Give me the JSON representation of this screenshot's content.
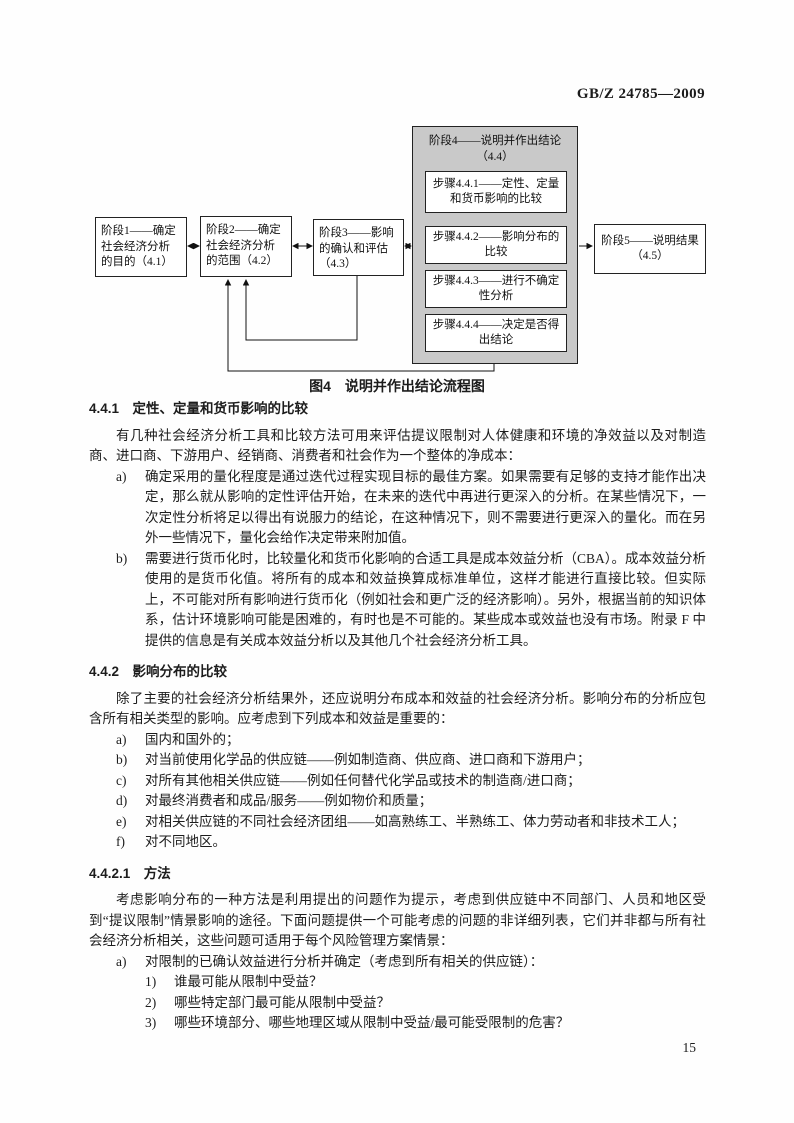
{
  "header": {
    "doc_number": "GB/Z 24785—2009"
  },
  "figure": {
    "caption": "图4　说明并作出结论流程图",
    "colors": {
      "stage4_background": "#c9c9c9"
    },
    "stages": {
      "stage1": "阶段1——确定社会经济分析的目的（4.1）",
      "stage2": "阶段2——确定社会经济分析的范围（4.2）",
      "stage3": "阶段3——影响的确认和评估（4.3）",
      "stage4_title": "阶段4——说明并作出结论（4.4）",
      "stage4_steps": [
        "步骤4.4.1——定性、定量和货币影响的比较",
        "步骤4.4.2——影响分布的比较",
        "步骤4.4.3——进行不确定性分析",
        "步骤4.4.4——决定是否得出结论"
      ],
      "stage5": "阶段5——说明结果（4.5）"
    }
  },
  "sections": {
    "s441": {
      "heading": "4.4.1　定性、定量和货币影响的比较",
      "intro": "有几种社会经济分析工具和比较方法可用来评估提议限制对人体健康和环境的净效益以及对制造商、进口商、下游用户、经销商、消费者和社会作为一个整体的净成本：",
      "items": [
        {
          "label": "a)",
          "text": "确定采用的量化程度是通过迭代过程实现目标的最佳方案。如果需要有足够的支持才能作出决定，那么就从影响的定性评估开始，在未来的迭代中再进行更深入的分析。在某些情况下，一次定性分析将足以得出有说服力的结论，在这种情况下，则不需要进行更深入的量化。而在另外一些情况下，量化会给作决定带来附加值。"
        },
        {
          "label": "b)",
          "text": "需要进行货币化时，比较量化和货币化影响的合适工具是成本效益分析（CBA）。成本效益分析使用的是货币化值。将所有的成本和效益换算成标准单位，这样才能进行直接比较。但实际上，不可能对所有影响进行货币化（例如社会和更广泛的经济影响）。另外，根据当前的知识体系，估计环境影响可能是困难的，有时也是不可能的。某些成本或效益也没有市场。附录 F 中提供的信息是有关成本效益分析以及其他几个社会经济分析工具。"
        }
      ]
    },
    "s442": {
      "heading": "4.4.2　影响分布的比较",
      "intro": "除了主要的社会经济分析结果外，还应说明分布成本和效益的社会经济分析。影响分布的分析应包含所有相关类型的影响。应考虑到下列成本和效益是重要的：",
      "items": [
        {
          "label": "a)",
          "text": "国内和国外的；"
        },
        {
          "label": "b)",
          "text": "对当前使用化学品的供应链——例如制造商、供应商、进口商和下游用户；"
        },
        {
          "label": "c)",
          "text": "对所有其他相关供应链——例如任何替代化学品或技术的制造商/进口商；"
        },
        {
          "label": "d)",
          "text": "对最终消费者和成品/服务——例如物价和质量；"
        },
        {
          "label": "e)",
          "text": "对相关供应链的不同社会经济团组——如高熟练工、半熟练工、体力劳动者和非技术工人；"
        },
        {
          "label": "f)",
          "text": "对不同地区。"
        }
      ]
    },
    "s4421": {
      "heading": "4.4.2.1　方法",
      "intro": "考虑影响分布的一种方法是利用提出的问题作为提示，考虑到供应链中不同部门、人员和地区受到“提议限制”情景影响的途径。下面问题提供一个可能考虑的问题的非详细列表，它们并非都与所有社会经济分析相关，这些问题可适用于每个风险管理方案情景：",
      "items": [
        {
          "label": "a)",
          "text": "对限制的已确认效益进行分析并确定（考虑到所有相关的供应链）："
        }
      ],
      "subitems": [
        {
          "label": "1)",
          "text": "谁最可能从限制中受益？"
        },
        {
          "label": "2)",
          "text": "哪些特定部门最可能从限制中受益？"
        },
        {
          "label": "3)",
          "text": "哪些环境部分、哪些地理区域从限制中受益/最可能受限制的危害？"
        }
      ]
    }
  },
  "footer": {
    "page_number": "15"
  }
}
